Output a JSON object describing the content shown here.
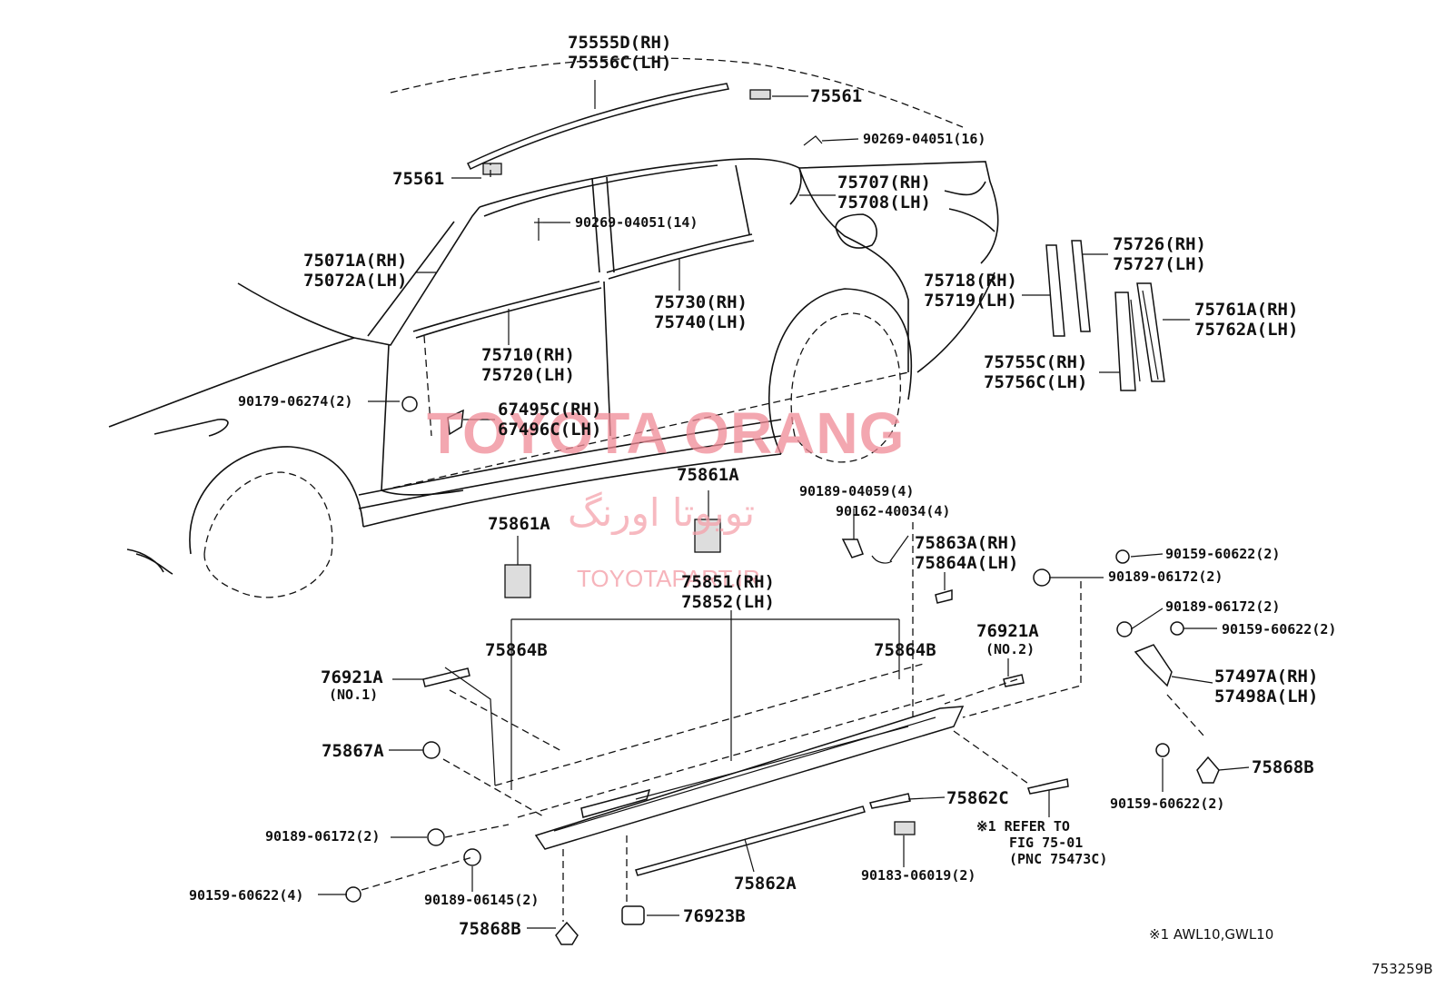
{
  "watermark": {
    "main": "TOYOTA ORANG",
    "persian": "تویوتا اورنگ",
    "url": "TOYOTAPART.IR"
  },
  "labels": {
    "p75555d": "75555D(RH)",
    "p75556c": "75556C(LH)",
    "p75561_top": "75561",
    "p90269_16": "90269-04051(16)",
    "p75561_left": "75561",
    "p90269_14": "90269-04051(14)",
    "p75707": "75707(RH)",
    "p75708": "75708(LH)",
    "p75071a": "75071A(RH)",
    "p75072a": "75072A(LH)",
    "p75726": "75726(RH)",
    "p75727": "75727(LH)",
    "p75718": "75718(RH)",
    "p75719": "75719(LH)",
    "p75730": "75730(RH)",
    "p75740": "75740(LH)",
    "p75761a": "75761A(RH)",
    "p75762a": "75762A(LH)",
    "p75710": "75710(RH)",
    "p75720": "75720(LH)",
    "p75755c": "75755C(RH)",
    "p75756c": "75756C(LH)",
    "p90179": "90179-06274(2)",
    "p67495c": "67495C(RH)",
    "p67496c": "67496C(LH)",
    "p75861a_top": "75861A",
    "p90189_04059": "90189-04059(4)",
    "p90162": "90162-40034(4)",
    "p75861a_left": "75861A",
    "p75863a": "75863A(RH)",
    "p75864a": "75864A(LH)",
    "p90159_r1": "90159-60622(2)",
    "p90189_r1": "90189-06172(2)",
    "p75851": "75851(RH)",
    "p75852": "75852(LH)",
    "p90189_r2": "90189-06172(2)",
    "p90159_r2": "90159-60622(2)",
    "p76921a_no2": "76921A",
    "p_no2": "(NO.2)",
    "p75864b_left": "75864B",
    "p75864b_right": "75864B",
    "p57497a": "57497A(RH)",
    "p57498a": "57498A(LH)",
    "p76921a_no1": "76921A",
    "p_no1": "(NO.1)",
    "p75867a": "75867A",
    "p75868b_right": "75868B",
    "p75862c": "75862C",
    "p90159_r3": "90159-60622(2)",
    "p_refer": "※1 REFER TO",
    "p_fig": "FIG 75-01",
    "p_pnc": "(PNC 75473C)",
    "p90189_06172_l": "90189-06172(2)",
    "p90183": "90183-06019(2)",
    "p90159_l": "90159-60622(4)",
    "p90189_06145": "90189-06145(2)",
    "p75862a": "75862A",
    "p75868b_bottom": "75868B",
    "p76923b": "76923B",
    "p_note": "※1 AWL10,GWL10",
    "p_fig_id": "753259B"
  }
}
